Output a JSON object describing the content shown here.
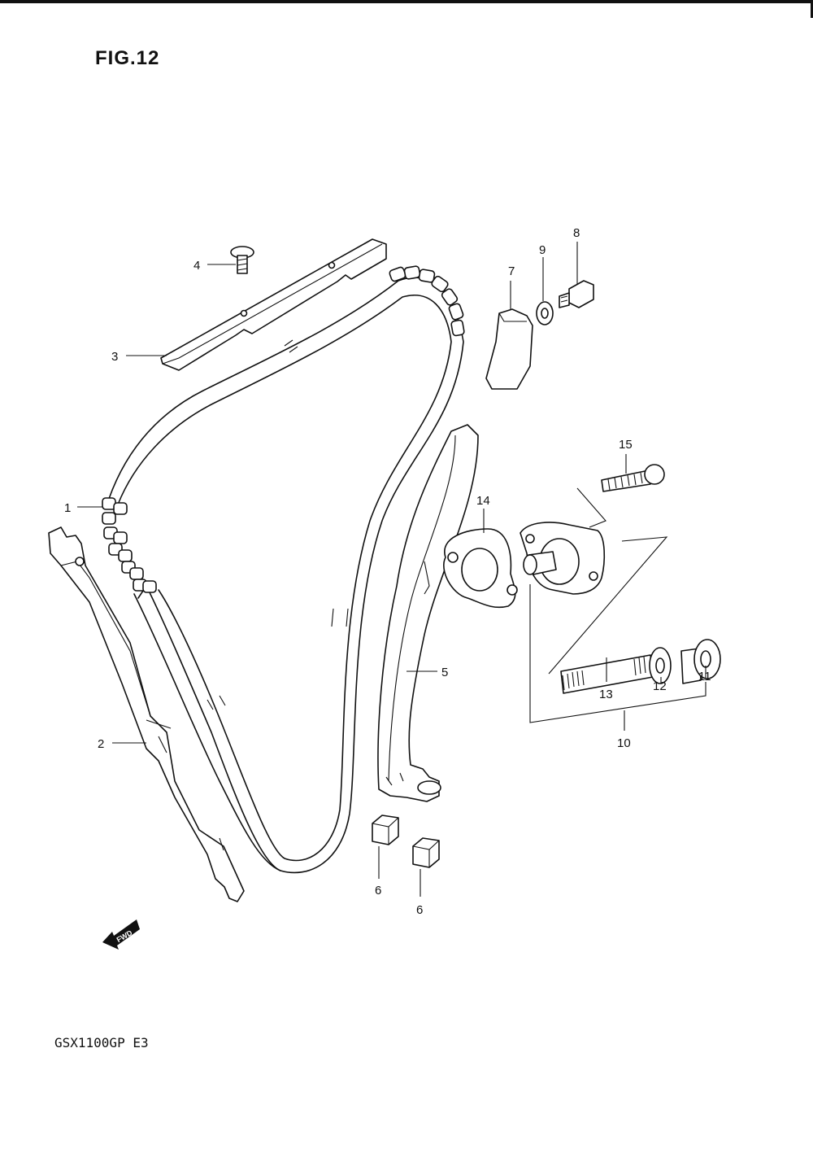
{
  "figure": {
    "title": "FIG.12",
    "model_code": "GSX1100GP E3",
    "fwd_label": "FWD"
  },
  "callouts": {
    "c1": "1",
    "c2": "2",
    "c3": "3",
    "c4": "4",
    "c5": "5",
    "c6a": "6",
    "c6b": "6",
    "c7": "7",
    "c8": "8",
    "c9": "9",
    "c10": "10",
    "c11": "11",
    "c12": "12",
    "c13": "13",
    "c14": "14",
    "c15": "15"
  }
}
